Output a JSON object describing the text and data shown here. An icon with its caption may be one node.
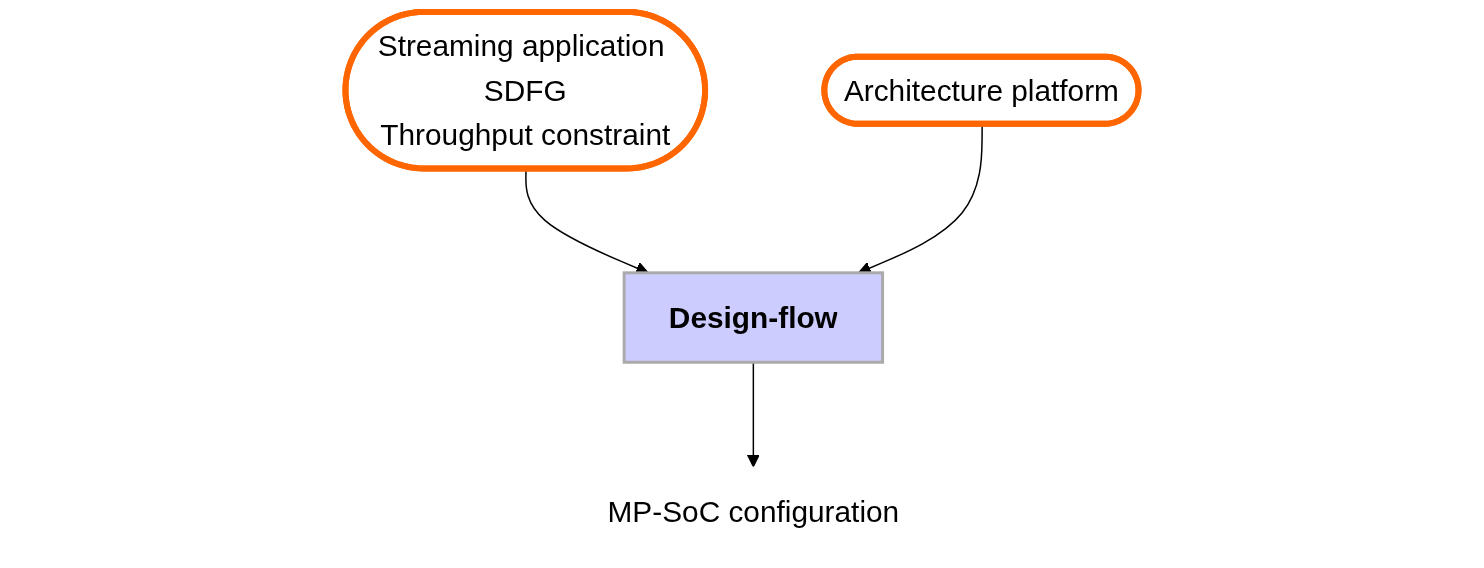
{
  "diagram": {
    "nodes": [
      {
        "text": [
          "Streaming application SDFG",
          "Throughput constraint"
        ]
      },
      {
        "text": [
          "Architecture platform"
        ]
      },
      {
        "text": [
          "Design-flow"
        ]
      },
      {
        "text": [
          "MP-SoC configuration"
        ]
      }
    ],
    "edges": [
      {
        "from": 0,
        "to": 2,
        "arrow": "to"
      },
      {
        "from": 1,
        "to": 2,
        "arrow": "to"
      },
      {
        "from": 2,
        "to": 3,
        "arrow": "to"
      }
    ]
  }
}
